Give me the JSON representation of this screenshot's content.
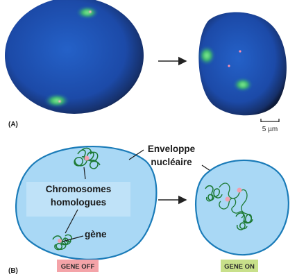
{
  "panels": {
    "a": "(A)",
    "b": "(B)"
  },
  "scale_bar": "5 µm",
  "labels": {
    "envelope_line1": "Enveloppe",
    "envelope_line2": "nucléaire",
    "chromosomes_line1": "Chromosomes",
    "chromosomes_line2": "homologues",
    "gene": "gène"
  },
  "badges": {
    "off": {
      "text": "GENE OFF",
      "color": "#f4a3a8"
    },
    "on": {
      "text": "GENE ON",
      "color": "#c8e08a"
    }
  },
  "colors": {
    "nucleus_micro": "#1e4fb0",
    "nucleus_diagram": "#a9d8f5",
    "chromatin": "#1d7a34",
    "gene_spot": "#f1a0b0"
  }
}
